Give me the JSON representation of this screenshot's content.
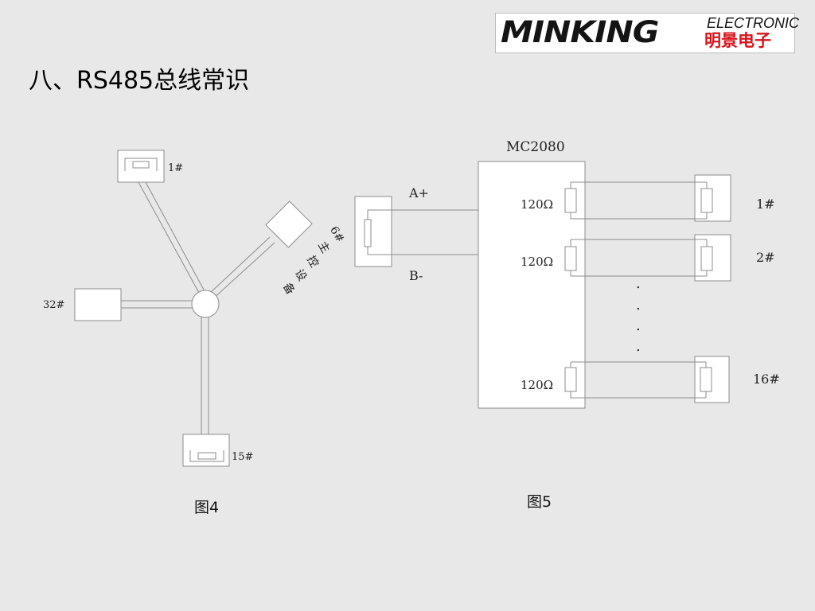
{
  "slide": {
    "title": "八、RS485总线常识",
    "logo": {
      "brand": "MINKING",
      "english": "ELECTRONIC",
      "chinese": "明景电子",
      "brand_color": "#141414",
      "chinese_color": "#d8141b"
    }
  },
  "figure4": {
    "caption": "图4",
    "nodes": {
      "node1": "1#",
      "node32": "32#",
      "node15": "15#",
      "master": "6#主控设备"
    }
  },
  "figure5": {
    "caption": "图5",
    "device": "MC2080",
    "bus_a": "A+",
    "bus_b": "B-",
    "resistors": [
      "120Ω",
      "120Ω",
      "120Ω"
    ],
    "channels": [
      "1#",
      "2#",
      "16#"
    ],
    "ellipsis": ".",
    "master_chars": [
      "6#",
      "主",
      "控",
      "设",
      "备"
    ]
  },
  "colors": {
    "background": "#e8e8e8",
    "line": "#8c8c8c",
    "box_fill": "#ffffff"
  }
}
